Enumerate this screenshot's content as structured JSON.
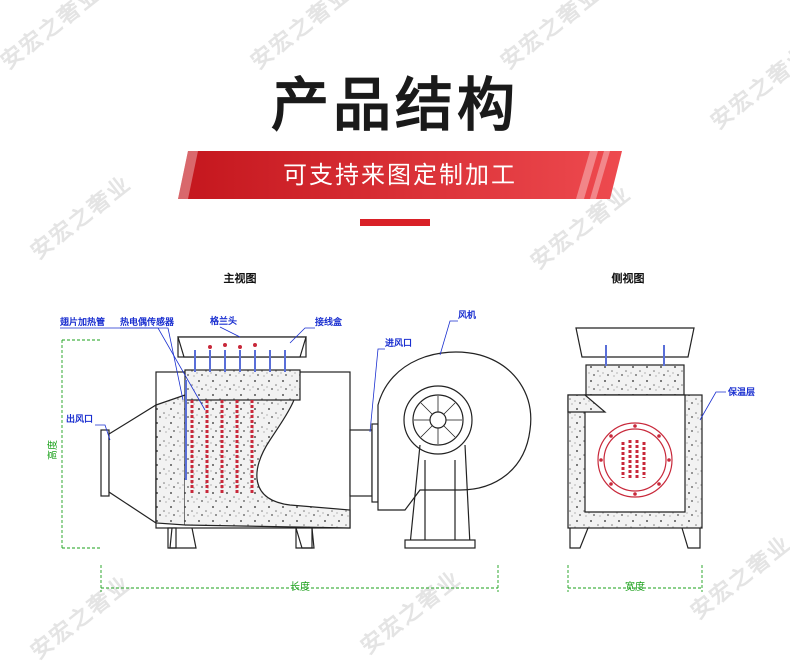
{
  "header": {
    "title": "产品结构",
    "subtitle": "可支持来图定制加工"
  },
  "watermark": {
    "text": "安宏之奢业"
  },
  "front_view": {
    "title": "主视图",
    "labels": {
      "fin_heater": "翅片加热管",
      "thermocouple": "热电偶传感器",
      "flange": "格兰头",
      "junction_box": "接线盒",
      "fan": "风机",
      "inlet": "进风口",
      "outlet": "出风口",
      "height": "高度",
      "length": "长度"
    }
  },
  "side_view": {
    "title": "侧视图",
    "labels": {
      "insulation": "保温层",
      "width": "宽度"
    }
  },
  "colors": {
    "accent_red": "#d92027",
    "label_blue": "#1a2fd0",
    "dimension_green": "#1aa01a",
    "heater_red": "#c8283a",
    "rod_blue": "#5a6fd8"
  }
}
